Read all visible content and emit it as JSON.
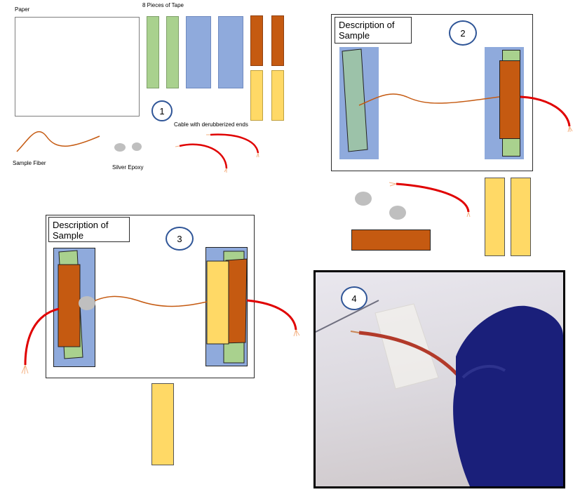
{
  "panel1": {
    "paper_label": "Paper",
    "tape_label": "8 Pieces of Tape",
    "step_number": "1",
    "cable_label": "Cable with derubberized ends",
    "fiber_label": "Sample Fiber",
    "epoxy_label": "Silver Epoxy"
  },
  "panel2": {
    "step_number": "2",
    "description_label": "Description of Sample"
  },
  "panel3": {
    "step_number": "3",
    "description_label": "Description of Sample"
  },
  "panel4": {
    "step_number": "4"
  },
  "colors": {
    "green_tape": "#a9d18e",
    "blue_tape": "#8faadc",
    "orange_tape": "#c55a11",
    "yellow_tape": "#ffd966",
    "cable_red": "#e00000",
    "fiber": "#c55a11",
    "epoxy": "#bfbfbf",
    "step_circle": "#2f5597"
  }
}
